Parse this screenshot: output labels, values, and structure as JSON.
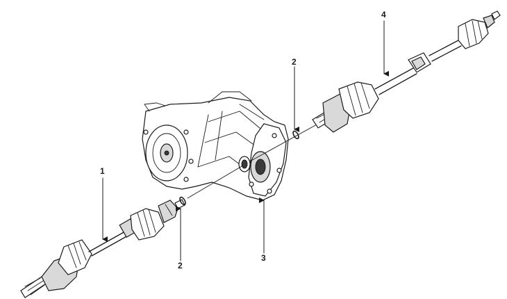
{
  "diagram": {
    "callouts": [
      {
        "id": "left-driveshaft",
        "label": "1"
      },
      {
        "id": "circlip-left",
        "label": "2"
      },
      {
        "id": "circlip-right",
        "label": "2"
      },
      {
        "id": "oil-seal",
        "label": "3"
      },
      {
        "id": "right-driveshaft",
        "label": "4"
      }
    ]
  }
}
